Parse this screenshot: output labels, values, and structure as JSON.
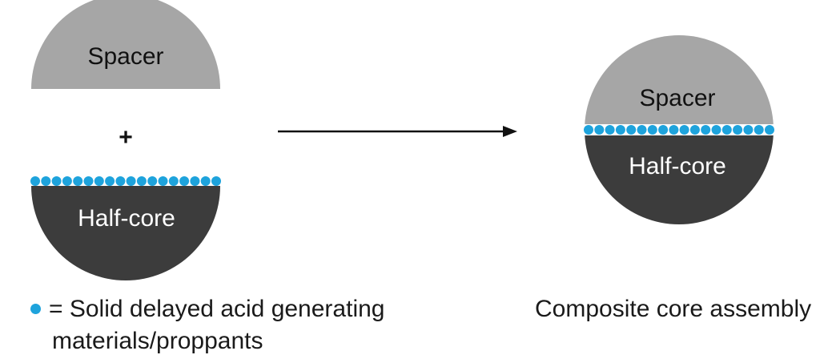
{
  "colors": {
    "spacer": "#a6a6a6",
    "half_core": "#3c3c3c",
    "particle": "#1ea3dc",
    "arrow": "#111111"
  },
  "left": {
    "spacer_label": "Spacer",
    "plus": "+",
    "half_core_label": "Half-core"
  },
  "right": {
    "spacer_label": "Spacer",
    "half_core_label": "Half-core",
    "caption": "Composite core assembly"
  },
  "legend": {
    "symbol": "dot",
    "line1": "= Solid delayed acid generating",
    "line2": "materials/proppants"
  }
}
